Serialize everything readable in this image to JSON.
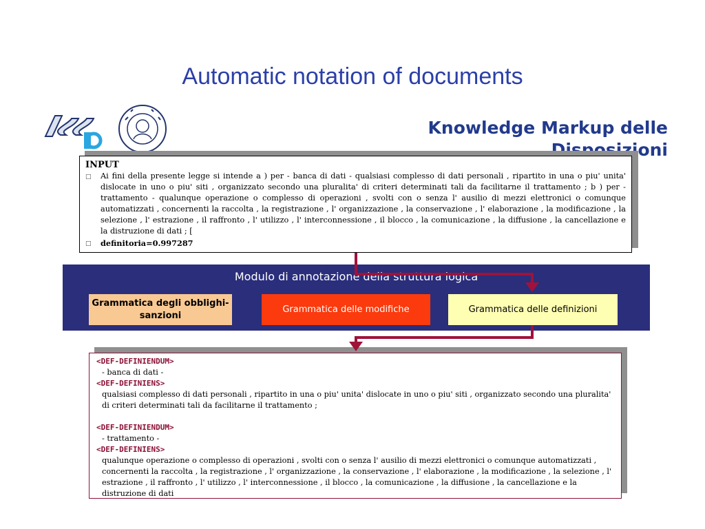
{
  "slide": {
    "title": "Automatic notation of documents"
  },
  "header": {
    "km_title_line1": "Knowledge Markup delle",
    "km_title_line2": "Disposizioni"
  },
  "input": {
    "label": "INPUT",
    "paragraph": "Ai fini della presente legge si intende a ) per - banca di dati - qualsiasi complesso di dati personali , ripartito in una o piu' unita' dislocate in uno o piu' siti , organizzato secondo una pluralita' di criteri determinati tali da facilitarne il trattamento ; b ) per - trattamento - qualunque operazione o complesso di operazioni , svolti con o senza l' ausilio di mezzi elettronici o comunque automatizzati , concernenti la raccolta , la registrazione , l' organizzazione , la conservazione , l' elaborazione , la modificazione , la selezione , l' estrazione , il raffronto , l' utilizzo , l' interconnessione , il blocco , la comunicazione , la diffusione , la cancellazione e la distruzione di dati ; [",
    "score": "definitoria=0.997287"
  },
  "module": {
    "title": "Modulo di annotazione della struttura logica",
    "grammar_obligations": "Grammatica degli obblighi-sanzioni",
    "grammar_modifications": "Grammatica delle modifiche",
    "grammar_definitions": "Grammatica delle definizioni"
  },
  "output": {
    "def1_tag_definiendum": "<DEF-DEFINIENDUM>",
    "def1_definiendum": "- banca di dati -",
    "def1_tag_definiens": "<DEF-DEFINIENS>",
    "def1_definiens": "qualsiasi complesso di dati personali , ripartito in una o piu' unita' dislocate in uno o piu' siti , organizzato secondo una pluralita' di criteri determinati tali da facilitarne il trattamento ;",
    "def2_tag_definiendum": "<DEF-DEFINIENDUM>",
    "def2_definiendum": "- trattamento -",
    "def2_tag_definiens": "<DEF-DEFINIENS>",
    "def2_definiens": "qualunque operazione o complesso di operazioni , svolti con o senza l' ausilio di mezzi elettronici o comunque automatizzati , concernenti la raccolta , la registrazione , l' organizzazione , la conservazione , l' elaborazione , la modificazione , la selezione , l' estrazione , il raffronto , l' utilizzo , l' interconnessione , il blocco , la comunicazione , la diffusione , la cancellazione e la distruzione di dati"
  },
  "colors": {
    "title_blue": "#2b3fa8",
    "band_navy": "#2a2e7b",
    "arrow": "#a0123a",
    "tag": "#8b1035"
  }
}
